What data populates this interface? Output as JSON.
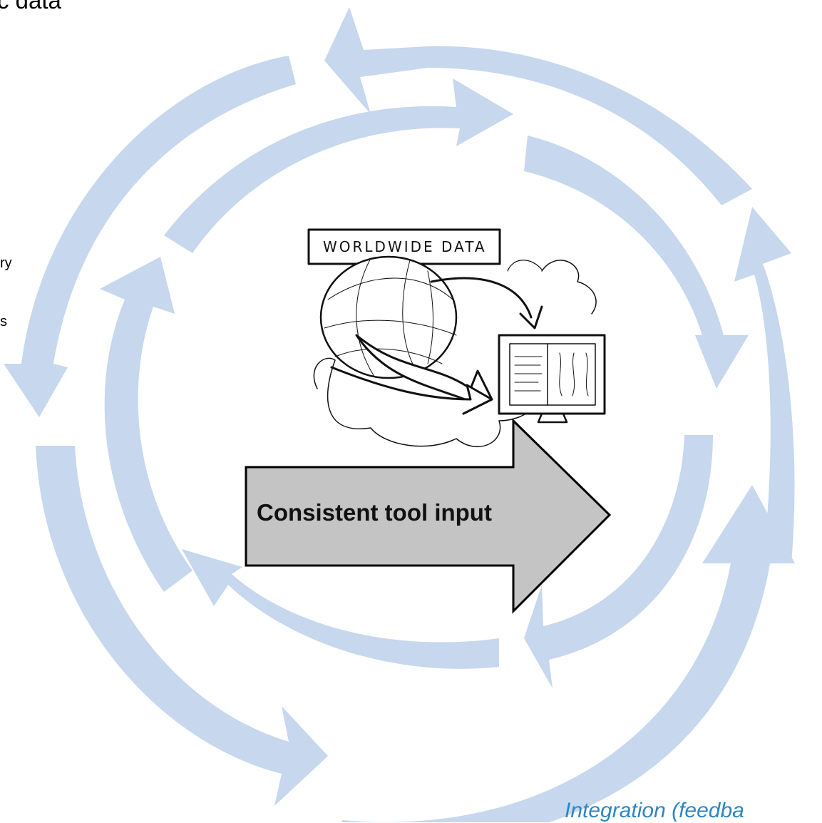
{
  "fragments": {
    "top_left": "c data",
    "left_1": "ry",
    "left_2": "s",
    "bottom_right": "Integration (feedba"
  },
  "illustration": {
    "sign_text": "WORLDWIDE DATA"
  },
  "center_arrow": {
    "label": "Consistent tool input"
  },
  "colors": {
    "cycle_arrows": "#C6D7EE",
    "center_arrow_fill": "#C4C4C4",
    "caption_blue": "#2E86C1"
  },
  "icons": [
    "globe-icon",
    "monitor-icon",
    "cloud-icon",
    "curved-arrow-icon"
  ]
}
